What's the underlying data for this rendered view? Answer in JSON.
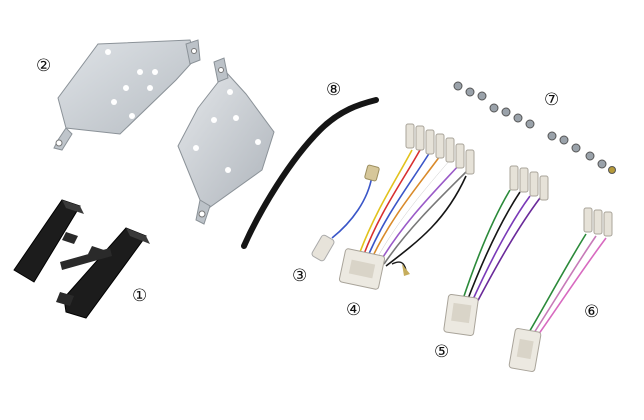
{
  "labels": {
    "part1": "①",
    "part2": "②",
    "part3": "③",
    "part4": "④",
    "part5": "⑤",
    "part6": "⑥",
    "part7": "⑦",
    "part8": "⑧"
  },
  "colors": {
    "background": "#ffffff",
    "bracket_metal": "#c9ced3",
    "frame_black": "#1c1c1c",
    "connector": "#ece9e1",
    "tube": "#151515"
  }
}
